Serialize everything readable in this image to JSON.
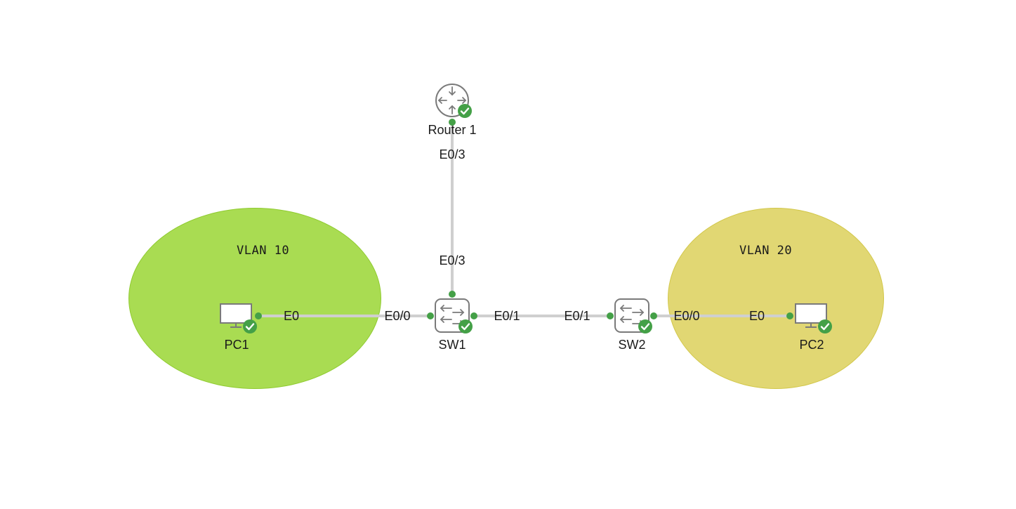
{
  "zones": {
    "vlan10": {
      "label": "VLAN 10",
      "color": "#a9dc52"
    },
    "vlan20": {
      "label": "VLAN 20",
      "color": "#e1d773"
    }
  },
  "nodes": {
    "router1": {
      "label": "Router 1",
      "icon": "router-icon",
      "status": "ok"
    },
    "sw1": {
      "label": "SW1",
      "icon": "switch-icon",
      "status": "ok"
    },
    "sw2": {
      "label": "SW2",
      "icon": "switch-icon",
      "status": "ok"
    },
    "pc1": {
      "label": "PC1",
      "icon": "pc-icon",
      "status": "ok"
    },
    "pc2": {
      "label": "PC2",
      "icon": "pc-icon",
      "status": "ok"
    }
  },
  "links": [
    {
      "from": "router1",
      "from_port": "E0/3",
      "to": "sw1",
      "to_port": "E0/3"
    },
    {
      "from": "pc1",
      "from_port": "E0",
      "to": "sw1",
      "to_port": "E0/0"
    },
    {
      "from": "sw1",
      "from_port": "E0/1",
      "to": "sw2",
      "to_port": "E0/1"
    },
    {
      "from": "sw2",
      "from_port": "E0/0",
      "to": "pc2",
      "to_port": "E0"
    }
  ],
  "colors": {
    "link": "#cfcfcf",
    "port_dot": "#44a047",
    "status_ok": "#44a047",
    "icon_stroke": "#7a7a7a"
  }
}
